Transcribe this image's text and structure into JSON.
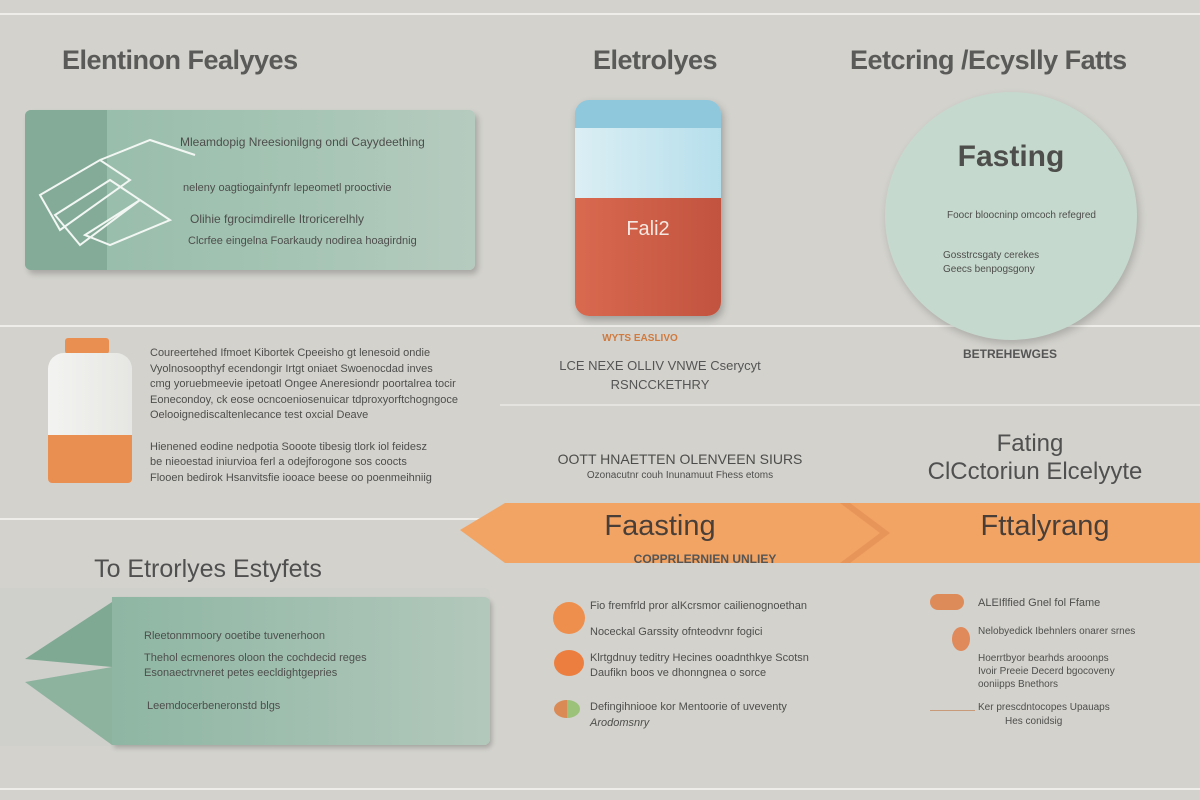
{
  "titles": {
    "left": "Elentinon Fealyyes",
    "center": "Eletrolyes",
    "right": "Eetcring /Ecyslly Fatts"
  },
  "green_card_top": {
    "lines": [
      "Mleamdopig Nreesionilgng ondi Cayydeething",
      "neleny oagtiogainfynfr lepeometl prooctivie",
      "Olihie fgrocimdirelle Itroricerelhly",
      "Clcrfee eingelna Foarkaudy nodirea hoagirdnig"
    ]
  },
  "jar": {
    "label": "Fali2"
  },
  "circle": {
    "title": "Fasting",
    "lines": [
      "Foocr bloocninp omcoch refegred",
      "Gosstrcsgaty cerekes",
      "Geecs benpogsgony"
    ]
  },
  "circle_caption": "BETREHEWGES",
  "center_mid": {
    "orange_label": "WYTS EASLIVO",
    "lines": [
      "LCE NEXE OLLIV VNWE Cserycyt",
      "RSNCCKETHRY"
    ]
  },
  "bottle_text": {
    "para1": [
      "Coureertehed Ifmoet Kibortek Cpeeisho gt lenesoid ondie",
      "Vyolnosoopthyf ecendongir Irtgt oniaet Swoenocdad inves",
      "cmg yoruebmeevie ipetoatl Ongee Aneresiondr poortalrea tocir",
      "Eonecondoy, ck eose ocncoeniosenuicar tdproxyorftchogngoce",
      "Oelooignediscaltenlecance test oxcial Deave"
    ],
    "para2": [
      "Hienened eodine nedpotia Sooote tibesig tlork iol feidesz",
      "be nieoestad iniurvioa ferl a odejforogone sos coocts",
      "Flooen bedirok Hsanvitsfie iooace beese oo poenmeihniig"
    ]
  },
  "center_low": {
    "title": "OOTT HNAETTEN OLENVEEN SIURS",
    "subtitle": "Ozonacutnr couh Inunamuut Fhess etoms"
  },
  "right_low": {
    "title": "Fating",
    "subtitle": "ClCctoriun Elcelyyte"
  },
  "arrow_band": {
    "left": "Faasting",
    "right": "Fttalyrang",
    "caption": "COPPRLERNIEN UNLIEY"
  },
  "section_title": "To Etrorlyes Estyfets",
  "green_card_bottom": {
    "lines": [
      "Rleetonmmoory ooetibe tuvenerhoon",
      "Thehol ecmenores oloon the cochdecid reges",
      "Esonaectrvneret petes eecldightgepries",
      "Leemdocerbeneronstd blgs"
    ]
  },
  "list_left": [
    {
      "icon": "orange-slice-icon",
      "lines": [
        "Fio fremfrld pror alKcrsmor cailienognoethan",
        "Noceckal Garssity ofnteodvnr fogici"
      ]
    },
    {
      "icon": "orange-half-icon",
      "lines": [
        "Klrtgdnuy teditry Hecines ooadnthkye Scotsn",
        "Daufikn boos ve dhonngnea o sorce"
      ]
    },
    {
      "icon": "nut-leaf-icon",
      "lines": [
        "Defingihniooe kor Mentoorie of uveventy",
        "Arodomsnry"
      ]
    }
  ],
  "list_right": [
    {
      "icon": "almond-icon",
      "lines": [
        "ALEIflfied Gnel fol Ffame"
      ]
    },
    {
      "icon": "almond-icon",
      "lines": [
        "Nelobyedick Ibehnlers onarer srnes",
        "Hoerrtbyor bearhds arooonps",
        "Ivoir Preeie Decerd bgocoveny",
        "ooniipps Bnethors"
      ]
    },
    {
      "icon": "line-icon",
      "lines": [
        "Ker prescdntocopes Upauaps",
        "Hes conidsig"
      ]
    }
  ],
  "colors": {
    "green": "#8fb5a2",
    "orange": "#f0a060",
    "jar_red": "#c95a45",
    "jar_blue": "#a9d6e6"
  }
}
